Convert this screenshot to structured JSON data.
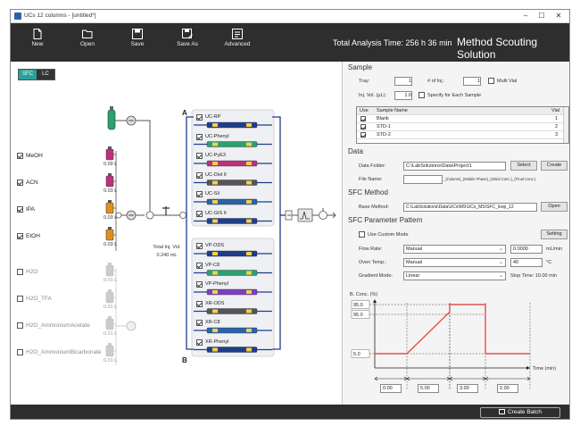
{
  "window": {
    "title": "UCs 12 columns - [untitled*]",
    "controls": [
      "–",
      "☐",
      "✕"
    ]
  },
  "toolbar": {
    "buttons": [
      {
        "label": "New",
        "icon": "new-file-icon"
      },
      {
        "label": "Open",
        "icon": "open-folder-icon"
      },
      {
        "label": "Save",
        "icon": "save-icon"
      },
      {
        "label": "Save As",
        "icon": "save-as-icon"
      },
      {
        "label": "Advanced",
        "icon": "advanced-settings-icon"
      }
    ],
    "analysis_time": "Total Analysis Time: 256 h 36 min",
    "app_name": "Method Scouting Solution"
  },
  "mode": {
    "sfc": "SFC",
    "lc": "LC",
    "selected": "SFC",
    "accent": "#2aa198"
  },
  "solvents": [
    {
      "name": "MeOH",
      "volume": "0.09 L",
      "checked": true,
      "color": "#c0307a",
      "enabled": true
    },
    {
      "name": "ACN",
      "volume": "0.03 L",
      "checked": true,
      "color": "#c0307a",
      "enabled": true
    },
    {
      "name": "IPA",
      "volume": "0.03 L",
      "checked": true,
      "color": "#e0901a",
      "enabled": true
    },
    {
      "name": "EtOH",
      "volume": "0.03 L",
      "checked": true,
      "color": "#e0901a",
      "enabled": true
    },
    {
      "name": "H2O",
      "volume": "0.01 L",
      "checked": false,
      "color": "#cccccc",
      "enabled": false
    },
    {
      "name": "H2O_TFA",
      "volume": "0.01 L",
      "checked": false,
      "color": "#cccccc",
      "enabled": false
    },
    {
      "name": "H2O_AmmoniumAcetate",
      "volume": "0.01 L",
      "checked": false,
      "color": "#cccccc",
      "enabled": false
    },
    {
      "name": "H2O_AmmoniumBicarbonate",
      "volume": "0.01 L",
      "checked": false,
      "color": "#cccccc",
      "enabled": false
    }
  ],
  "injection": {
    "label": "Total Inj. Vol.",
    "value": "0.240 mL"
  },
  "column_groups": [
    {
      "letter": "A",
      "columns": [
        "UC-RP",
        "UC-Phenyl",
        "UC-PyE3",
        "UC-Diol II",
        "UC-Sil",
        "UC-GIS II"
      ]
    },
    {
      "letter": "B",
      "columns": [
        "VP-ODS",
        "VP-C8",
        "VP-Phenyl",
        "XR-ODS",
        "XR-C8",
        "XR-Phenyl"
      ]
    }
  ],
  "sample": {
    "title": "Sample",
    "tray_label": "Tray:",
    "tray_value": "1",
    "num_inj_label": "# of Inj.:",
    "num_inj_value": "1",
    "multi_vial_label": "Multi Vial",
    "inj_vol_label": "Inj. Vol. (µL):",
    "inj_vol_value": "1.0",
    "specify_each_label": "Specify for Each Sample",
    "table_headers": [
      "Use",
      "Sample Name",
      "Vial"
    ],
    "rows": [
      {
        "name": "Blank",
        "vial": "1"
      },
      {
        "name": "STD-1",
        "vial": "2"
      },
      {
        "name": "STD-2",
        "vial": "3"
      }
    ]
  },
  "data_section": {
    "title": "Data",
    "folder_label": "Data Folder:",
    "folder_value": "C:\\LabSolutions\\Data\\Project1",
    "select_label": "Select",
    "create_label": "Create",
    "file_label": "File Name:",
    "file_value": "",
    "file_suffix": "_(Column)_(Mobile Phase)_(Initial Conc.)_(Final Conc.)"
  },
  "sfc_method": {
    "title": "SFC Method",
    "base_label": "Base Method:",
    "base_value": "C:\\LabSolutions\\Data\\UCs\\MS\\UCs_MS\\SFC_loop_12",
    "open_label": "Open"
  },
  "sfc_param": {
    "title": "SFC Parameter Pattern",
    "custom_mode_label": "Use Custom Mode",
    "setting_label": "Setting",
    "flow_label": "Flow Rate:",
    "flow_mode": "Manual",
    "flow_value": "0.0000",
    "flow_unit": "mL/min",
    "oven_label": "Oven Temp.:",
    "oven_mode": "Manual",
    "oven_value": "40",
    "oven_unit": "°C",
    "gradient_label": "Gradient Mode:",
    "gradient_mode": "Linear",
    "stop_time": "Stop Time: 10.00 min"
  },
  "chart_data": {
    "type": "line",
    "title": "",
    "ylabel": "B. Conc. (%)",
    "xlabel": "Time (min)",
    "ytick_labels": [
      "95.0",
      "95.0",
      "5.0"
    ],
    "x": [
      0,
      1,
      5,
      6.5,
      8,
      10
    ],
    "y": [
      5,
      5,
      50,
      95,
      5,
      5
    ],
    "segment_inputs": [
      "0.00",
      "5.00",
      "3.00",
      "2.00"
    ],
    "line_color": "#e05050"
  },
  "footer": {
    "create_batch": "Create Batch"
  }
}
